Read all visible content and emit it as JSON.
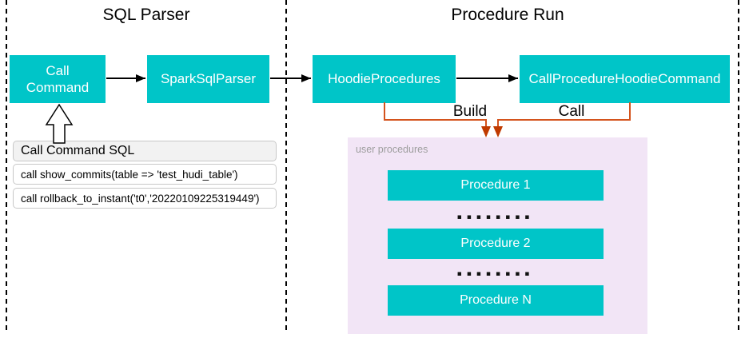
{
  "sections": {
    "sql_parser": {
      "title": "SQL Parser"
    },
    "procedure_run": {
      "title": "Procedure Run"
    }
  },
  "nodes": {
    "call_command": {
      "label_line1": "Call",
      "label_line2": "Command"
    },
    "spark_sql_parser": {
      "label": "SparkSqlParser"
    },
    "hoodie_procedures": {
      "label": "HoodieProcedures"
    },
    "call_procedure_hoodie_command": {
      "label": "CallProcedureHoodieCommand"
    }
  },
  "edges": {
    "build_label": "Build",
    "call_label": "Call"
  },
  "sql_panel": {
    "header": "Call Command SQL",
    "rows": [
      "call show_commits(table => 'test_hudi_table')",
      "call rollback_to_instant('t0','20220109225319449')"
    ]
  },
  "user_procedures": {
    "label": "user procedures",
    "items": [
      "Procedure 1",
      "Procedure 2",
      "Procedure N"
    ],
    "ellipsis": "▪▪▪▪▪▪▪▪"
  },
  "icons": {
    "up_block_arrow": "hollow-up-arrow",
    "down_arrowheads": "red-down-arrowheads"
  },
  "colors": {
    "node_fill": "#00C5C8",
    "node_text": "#FFFFFF",
    "connector_orange": "#D4531D",
    "connector_arrowhead": "#C03A00",
    "user_procedures_fill": "#F2E5F6",
    "user_procedures_label_text": "#9E9E9E",
    "panel_header_fill": "#F2F2F2",
    "panel_border": "#C8C8C8",
    "divider_and_arrows": "#000000"
  }
}
